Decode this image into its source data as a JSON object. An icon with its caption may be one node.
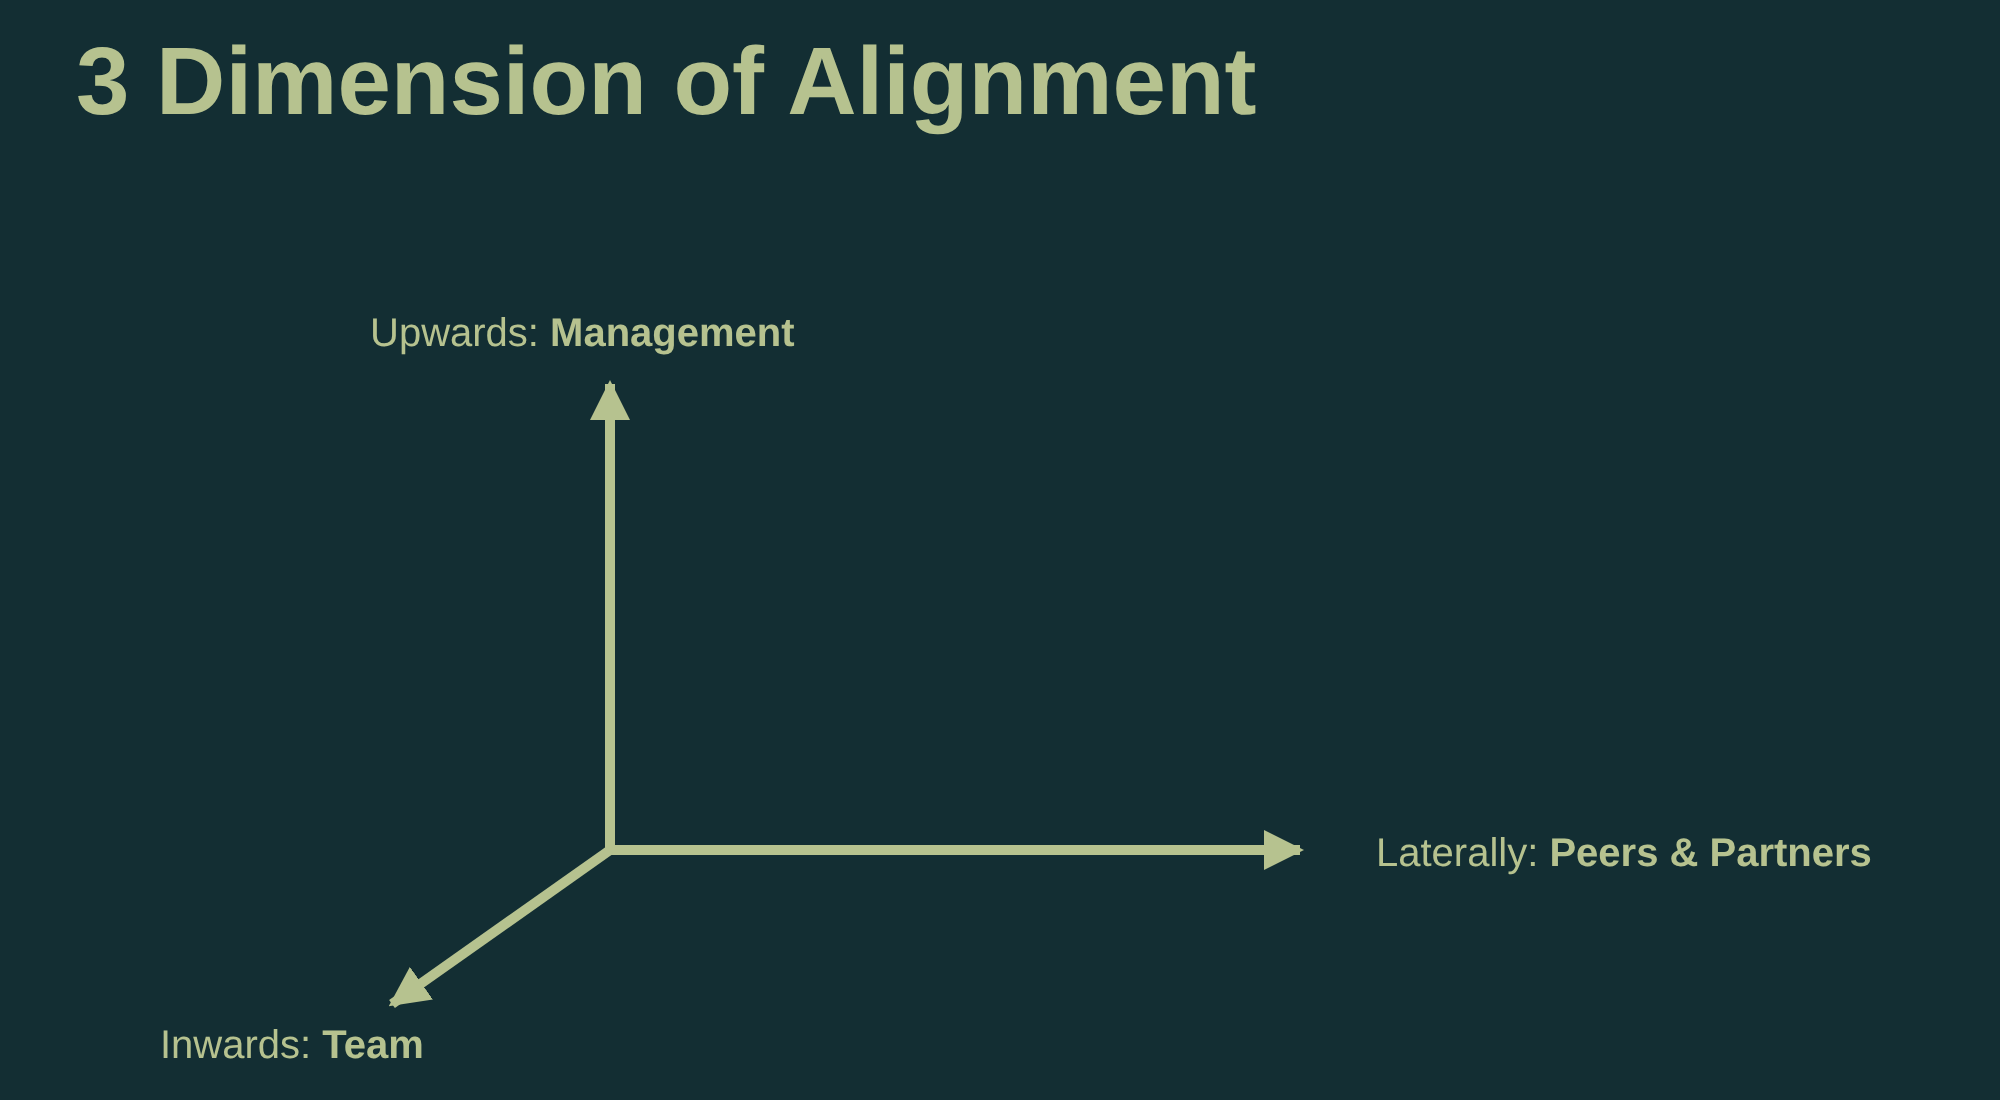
{
  "diagram": {
    "title": "3 Dimension of Alignment",
    "nodes": [
      {
        "text": [
          "Upwards: **Management**"
        ]
      },
      {
        "text": [
          "Laterally: **Peers & Partners**"
        ]
      },
      {
        "text": [
          "Inwards: **Team**"
        ]
      }
    ],
    "edges": [
      {
        "from": null,
        "to": 0,
        "arrow": "to"
      },
      {
        "from": null,
        "to": 1,
        "arrow": "to"
      },
      {
        "from": null,
        "to": 2,
        "arrow": "to"
      }
    ]
  }
}
